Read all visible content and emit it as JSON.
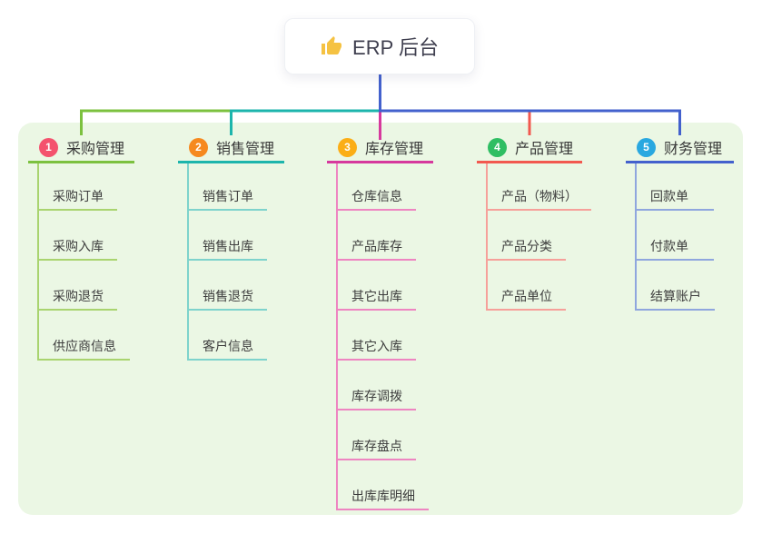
{
  "root": {
    "label": "ERP 后台",
    "icon": "thumbs-up-icon"
  },
  "branches": [
    {
      "index": "1",
      "label": "采购管理",
      "badge_color": "#f4526e",
      "line_color": "#7cc13f",
      "child_line_color": "#a9d46f",
      "children": [
        "采购订单",
        "采购入库",
        "采购退货",
        "供应商信息"
      ]
    },
    {
      "index": "2",
      "label": "销售管理",
      "badge_color": "#f6891f",
      "line_color": "#1db5ac",
      "child_line_color": "#7ed3cc",
      "children": [
        "销售订单",
        "销售出库",
        "销售退货",
        "客户信息"
      ]
    },
    {
      "index": "3",
      "label": "库存管理",
      "badge_color": "#fbae17",
      "line_color": "#d6399d",
      "child_line_color": "#ee85c1",
      "children": [
        "仓库信息",
        "产品库存",
        "其它出库",
        "其它入库",
        "库存调拨",
        "库存盘点",
        "出库库明细"
      ]
    },
    {
      "index": "4",
      "label": "产品管理",
      "badge_color": "#2fbe63",
      "line_color": "#f2594f",
      "child_line_color": "#f6a09a",
      "children": [
        "产品（物料）",
        "产品分类",
        "产品单位"
      ]
    },
    {
      "index": "5",
      "label": "财务管理",
      "badge_color": "#29a8e0",
      "line_color": "#4361cd",
      "child_line_color": "#8fa6de",
      "children": [
        "回款单",
        "付款单",
        "结算账户"
      ]
    }
  ],
  "colors": {
    "panel_background": "#ebf7e4",
    "root_trunk": "#4361cd",
    "thumb_icon": "#f5c242"
  }
}
